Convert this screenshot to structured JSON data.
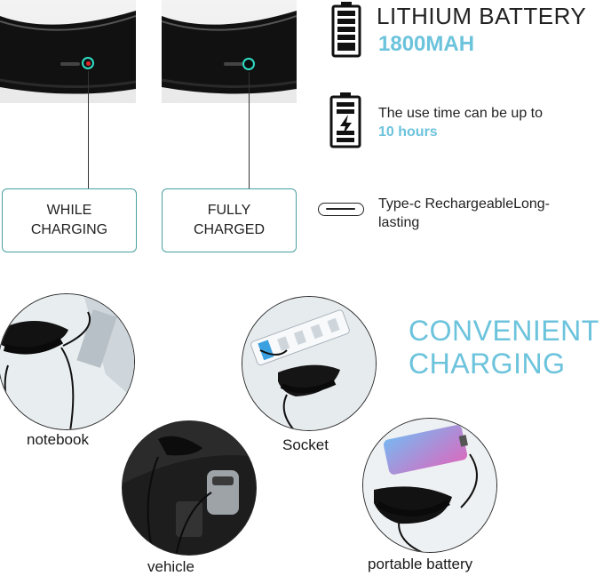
{
  "status": {
    "charging": "WHILE\nCHARGING",
    "charged": "FULLY\nCHARGED"
  },
  "features": {
    "battery_title": "LITHIUM BATTERY",
    "battery_capacity": "1800MAH",
    "use_time_text": "The use time can be up to",
    "use_time_value": "10 hours",
    "typec_text": "Type-c RechargeableLong-\nlasting"
  },
  "convenient": "CONVENIENT\nCHARGING",
  "scenes": {
    "notebook": "notebook",
    "vehicle": "vehicle",
    "socket": "Socket",
    "power_bank": "portable battery"
  },
  "colors": {
    "accent_blue": "#6cc3dc",
    "box_border": "#4a9fa3",
    "led_red": "#e3262d",
    "led_ring": "#2fe0c6"
  },
  "icons": [
    "battery-full-icon",
    "battery-charging-icon",
    "usb-c-port-icon"
  ]
}
